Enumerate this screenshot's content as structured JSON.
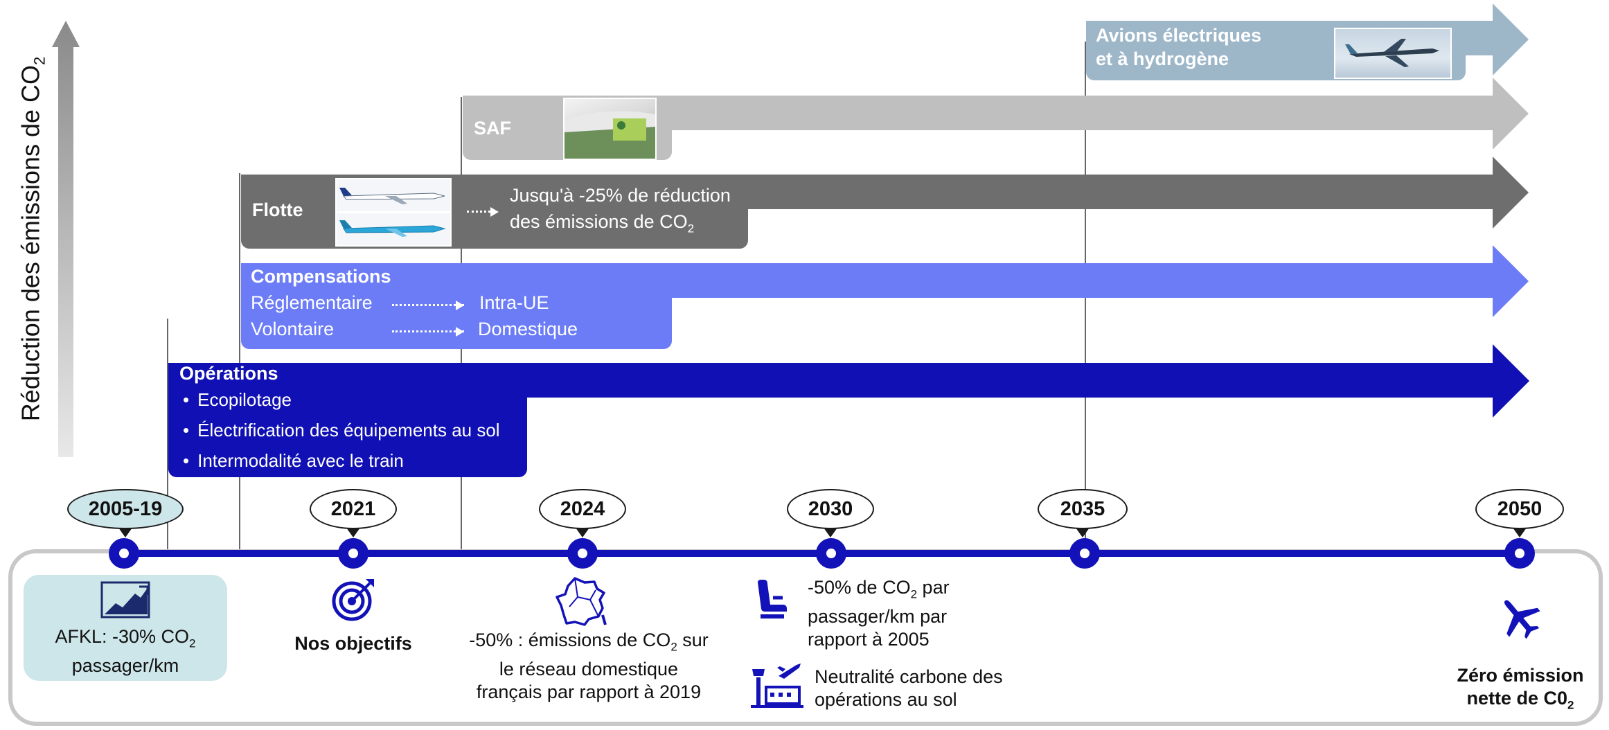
{
  "axis": {
    "label_main": "Réduction des émissions de CO",
    "label_sub": "2"
  },
  "bands": {
    "electric": {
      "title_line1": "Avions électriques",
      "title_line2": "et à hydrogène",
      "color": "#9db7c9"
    },
    "saf": {
      "title": "SAF",
      "color": "#bfbfbf"
    },
    "flotte": {
      "title": "Flotte",
      "text_line1": "Jusqu'à -25% de réduction",
      "text_line2_main": "des émissions de CO",
      "text_line2_sub": "2",
      "color": "#6e6e6e"
    },
    "compensations": {
      "title": "Compensations",
      "row1_left": "Réglementaire",
      "row1_right": "Intra-UE",
      "row2_left": "Volontaire",
      "row2_right": "Domestique",
      "color": "#6b7cf6"
    },
    "operations": {
      "title": "Opérations",
      "items": [
        "Ecopilotage",
        "Électrification des équipements au sol",
        "Intermodalité avec le train"
      ],
      "color": "#1010b4"
    }
  },
  "timeline": {
    "years": [
      "2005-19",
      "2021",
      "2024",
      "2030",
      "2035",
      "2050"
    ],
    "line_color": "#1212b8",
    "highlight_color": "#cde6ea"
  },
  "milestones": {
    "m2005": {
      "line1": "AFKL: -30% CO",
      "line1_sub": "2",
      "line2": "passager/km"
    },
    "m2021": {
      "label": "Nos objectifs"
    },
    "m2024": {
      "line1_pre": "-50% : émissions de CO",
      "line1_sub": "2",
      "line1_post": " sur",
      "line2": "le réseau domestique",
      "line3": "français par rapport à 2019"
    },
    "m2030a": {
      "line1_pre": "-50% de CO",
      "line1_sub": "2",
      "line1_post": " par",
      "line2": "passager/km par",
      "line3": "rapport à 2005"
    },
    "m2030b": {
      "line1": "Neutralité carbone des",
      "line2": "opérations au sol"
    },
    "m2050": {
      "line1": "Zéro émission",
      "line2_main": "nette de C0",
      "line2_sub": "2"
    }
  },
  "icons": [
    "growth-chart-icon",
    "target-icon",
    "france-map-icon",
    "airline-seat-icon",
    "control-tower-icon",
    "airplane-icon"
  ]
}
